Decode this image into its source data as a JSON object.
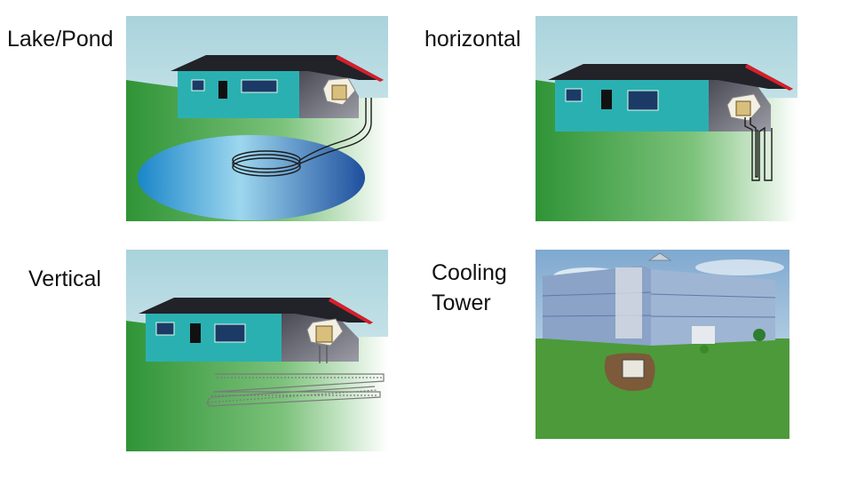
{
  "labels": {
    "lake_pond": "Lake/Pond",
    "horizontal": "horizontal",
    "vertical": "Vertical",
    "cooling_tower_line1": "Cooling",
    "cooling_tower_line2": "Tower"
  },
  "colors": {
    "sky": "#c9e6ec",
    "grass": "#3a9a3a",
    "wall": "#2aa7a7",
    "roof": "#2a2a33",
    "roof_trim": "#d4202a",
    "gable": "#6e6e78",
    "pond": "#1e74b5",
    "pipe": "#222222"
  },
  "icons": [
    "house",
    "heat-pump-unit",
    "pond-coil",
    "ground-loop",
    "office-building"
  ]
}
